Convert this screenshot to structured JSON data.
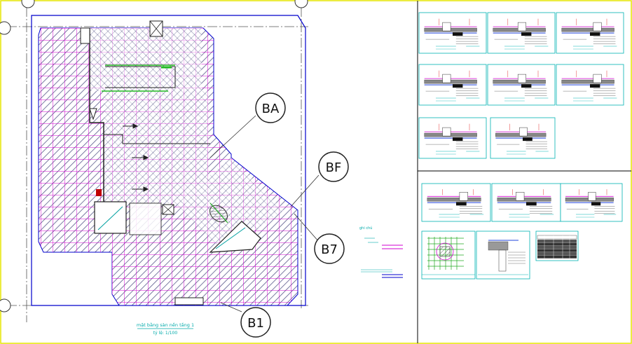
{
  "plan": {
    "title_line1": "mặt bằng sàn nền tầng 1",
    "title_line2": "tỷ lệ: 1/100",
    "notes_heading": "ghi chú",
    "grid_bubbles": [
      "BA",
      "BF",
      "B7",
      "B1"
    ]
  },
  "sheet": {
    "border_color": "#e6e600",
    "detail_stroke": "#00b3b3",
    "hatch_color": "#5a5a8c",
    "grid_color": "#d000d0"
  }
}
